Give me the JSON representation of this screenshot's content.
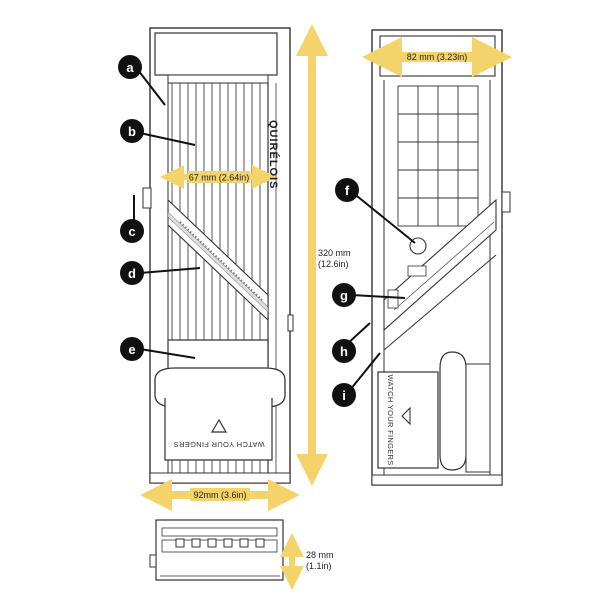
{
  "brand": "QUIRÉLOIS",
  "dimensions": {
    "inner_width_front": "67 mm (2.64in)",
    "inner_width_back": "82 mm (3.23in)",
    "length_mm": "320 mm",
    "length_in": "(12.6in)",
    "outer_width": "92mm (3.6in)",
    "height_mm": "28 mm",
    "height_in": "(1.1in)"
  },
  "warning_text": "WATCH YOUR FINGERS",
  "callouts": [
    "a",
    "b",
    "c",
    "d",
    "e",
    "f",
    "g",
    "h",
    "i"
  ],
  "colors": {
    "accent_yellow": "#f2c94c",
    "arrow_yellow": "#f5d36b",
    "callout_black": "#111111",
    "outline": "#333333"
  }
}
